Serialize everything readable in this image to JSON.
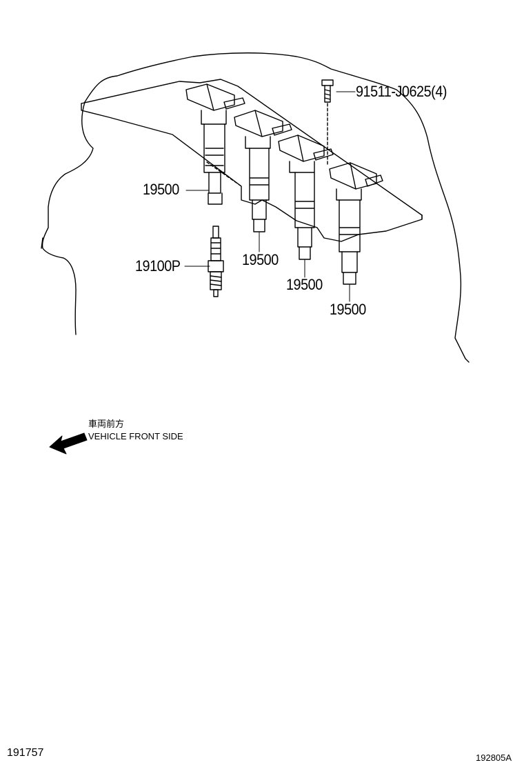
{
  "diagram": {
    "callouts": [
      {
        "id": "bolt",
        "text": "91511-J0625(4)"
      },
      {
        "id": "coil_1",
        "text": "19500"
      },
      {
        "id": "coil_2",
        "text": "19500"
      },
      {
        "id": "coil_3",
        "text": "19500"
      },
      {
        "id": "coil_4",
        "text": "19500"
      },
      {
        "id": "spark_plug",
        "text": "19100P"
      }
    ],
    "direction": {
      "japanese": "車両前方",
      "english": "VEHICLE FRONT SIDE",
      "icon": "arrow-left-icon"
    },
    "footer": {
      "left_code": "191757",
      "right_code": "192805A"
    }
  }
}
